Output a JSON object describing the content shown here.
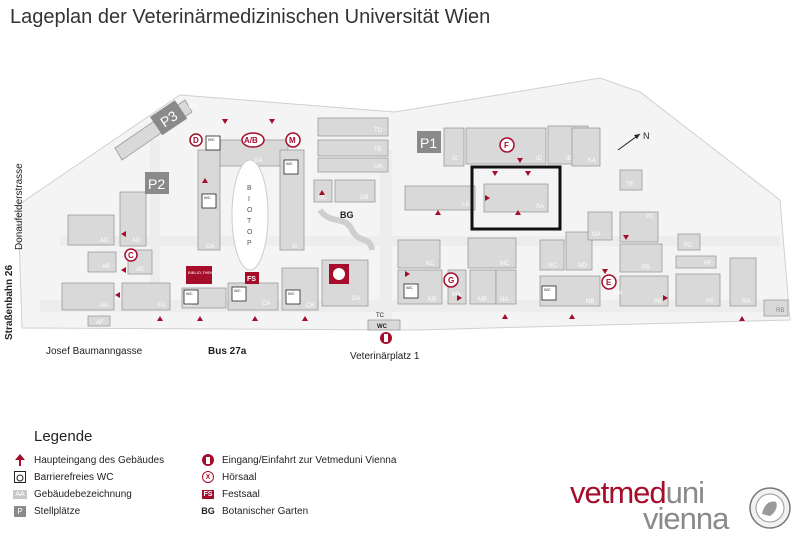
{
  "title": "Lageplan der Veterinärmedizinischen Universität Wien",
  "streets": {
    "donaufelder": "Donaufelderstrasse",
    "strassenbahn": "Straßenbahn 26",
    "baumann": "Josef Baumanngasse",
    "bus": "Bus 27a",
    "veterinaerplatz": "Veterinärplatz 1"
  },
  "buildings": [
    "AA",
    "AB",
    "AC",
    "AD",
    "AE",
    "AF",
    "BA",
    "CA",
    "CB",
    "DA",
    "DB",
    "DC",
    "EA",
    "FA",
    "GA",
    "HA",
    "IA",
    "IB",
    "IC",
    "ID",
    "IE",
    "KA",
    "KB",
    "KC",
    "LA",
    "MA",
    "MB",
    "MC",
    "NA",
    "NB",
    "NC",
    "ND",
    "OA",
    "PA",
    "PB",
    "PC",
    "PD",
    "PE",
    "PF",
    "RA",
    "RB",
    "SA",
    "TA",
    "TB",
    "TC",
    "TD",
    "TE",
    "UA",
    "WA"
  ],
  "lecture_halls": [
    "C",
    "D",
    "A/B",
    "M",
    "F",
    "G",
    "E"
  ],
  "parking": {
    "p3": "P3",
    "p2": "P2",
    "p1": "P1"
  },
  "map_text": {
    "bg": "BG",
    "biotop": [
      "B",
      "I",
      "O",
      "T",
      "O",
      "P"
    ],
    "bibliothek": "BIBLIO-THEK",
    "fs": "FS",
    "north": "N",
    "wc": "WC"
  },
  "legend": {
    "title": "Legende",
    "items": {
      "entrance": "Haupteingang des Gebäudes",
      "wc": "Barrierefreies WC",
      "aa": "Gebäudebezeichnung",
      "p": "Stellplätze",
      "main_entrance": "Eingang/Einfahrt zur Vetmeduni Vienna",
      "lecture": "Hörsaal",
      "fs": "Festsaal",
      "bg": "Botanischer Garten"
    },
    "symbols": {
      "aa": "AA",
      "p": "P",
      "lecture": "X",
      "fs": "FS",
      "bg": "BG"
    }
  },
  "logo": {
    "line1a": "vetmed",
    "line1b": "uni",
    "line2": "vienna"
  },
  "colors": {
    "accent": "#a50d2b",
    "building": "#d9d9d9",
    "grey": "#8a8a8a"
  }
}
